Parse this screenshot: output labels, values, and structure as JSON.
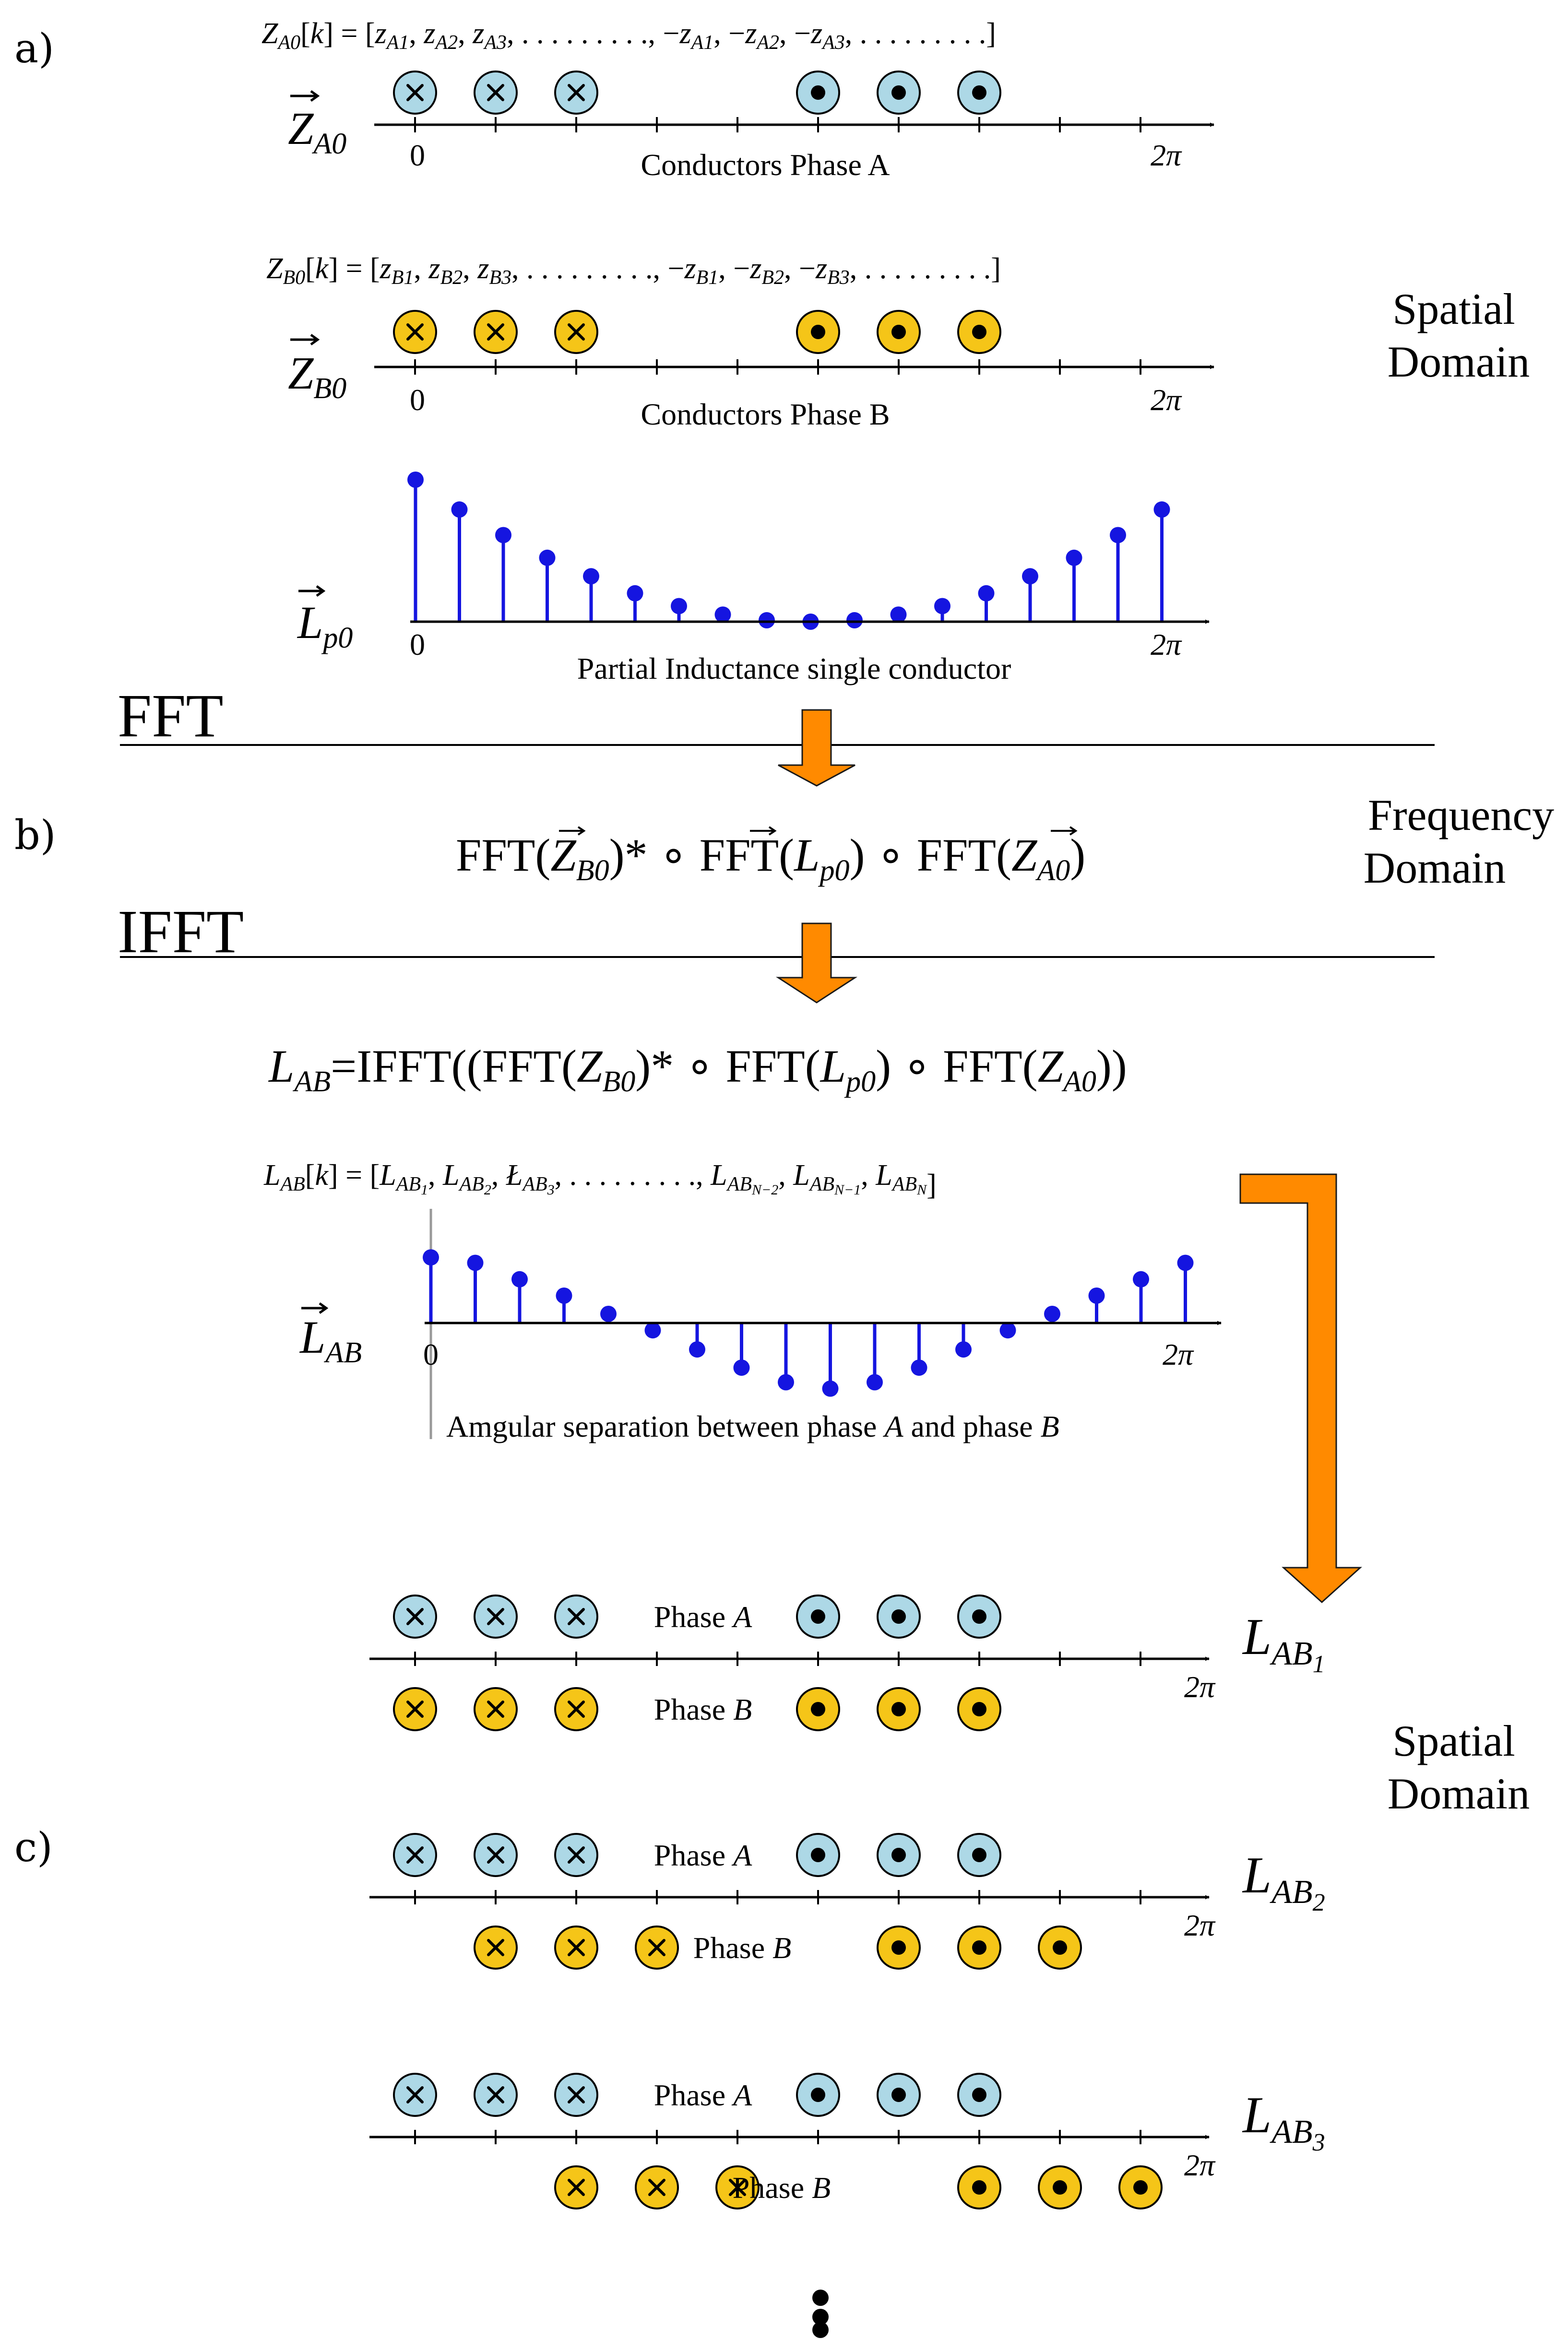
{
  "sections": {
    "a": "a)",
    "b": "b)",
    "c": "c)"
  },
  "labels": {
    "spatial_domain_top": [
      "Spatial",
      "Domain"
    ],
    "spatial_domain_bottom": [
      "Spatial",
      "Domain"
    ],
    "frequency_domain": [
      "Frequency",
      "Domain"
    ],
    "fft": "FFT",
    "ifft": "IFFT"
  },
  "row_a": {
    "vector_name": "Z",
    "vector_sub": "A0",
    "caption": "Conductors Phase A",
    "seq_name": "Z",
    "seq_sub": "A0",
    "seq_items": [
      {
        "sign": "",
        "base": "z",
        "sub": "A1"
      },
      {
        "sign": "",
        "base": "z",
        "sub": "A2"
      },
      {
        "sign": "",
        "base": "z",
        "sub": "A3"
      },
      {
        "sign": "",
        "base": ". . . . . . . . .",
        "sub": ""
      },
      {
        "sign": "−",
        "base": "z",
        "sub": "A1"
      },
      {
        "sign": "−",
        "base": "z",
        "sub": "A2"
      },
      {
        "sign": "−",
        "base": "z",
        "sub": "A3"
      },
      {
        "sign": "",
        "base": ". . . . . . . . .",
        "sub": ""
      }
    ],
    "conductors": [
      "x",
      "x",
      "x",
      "",
      "",
      "dot",
      "dot",
      "dot"
    ]
  },
  "row_b": {
    "vector_name": "Z",
    "vector_sub": "B0",
    "caption": "Conductors Phase B",
    "seq_name": "Z",
    "seq_sub": "B0",
    "seq_items": [
      {
        "sign": "",
        "base": "z",
        "sub": "B1"
      },
      {
        "sign": "",
        "base": "z",
        "sub": "B2"
      },
      {
        "sign": "",
        "base": "z",
        "sub": "B3"
      },
      {
        "sign": "",
        "base": ". . . . . . . . .",
        "sub": ""
      },
      {
        "sign": "−",
        "base": "z",
        "sub": "B1"
      },
      {
        "sign": "−",
        "base": "z",
        "sub": "B2"
      },
      {
        "sign": "−",
        "base": "z",
        "sub": "B3"
      },
      {
        "sign": "",
        "base": ". . . . . . . . .",
        "sub": ""
      }
    ],
    "conductors": [
      "x",
      "x",
      "x",
      "",
      "",
      "dot",
      "dot",
      "dot"
    ]
  },
  "axis_ticks": {
    "zero": "0",
    "two_pi": "2π"
  },
  "stem_lp0": {
    "vector_name": "L",
    "vector_sub": "p0",
    "caption": "Partial Inductance single conductor"
  },
  "stem_lab": {
    "vector_name": "L",
    "vector_sub": "AB",
    "caption_parts": [
      "Amgular separation between phase ",
      "A",
      " and phase ",
      "B"
    ],
    "seq_name": "L",
    "seq_sub": "AB",
    "seq_items": [
      {
        "base": "L",
        "sub": "AB",
        "subsub": "1"
      },
      {
        "base": "L",
        "sub": "AB",
        "subsub": "2"
      },
      {
        "base": "Ł",
        "sub": "AB",
        "subsub": "3"
      },
      {
        "base": ". . . . . . . . .",
        "sub": "",
        "subsub": ""
      },
      {
        "base": "L",
        "sub": "AB",
        "subsub": "N−2"
      },
      {
        "base": "L",
        "sub": "AB",
        "subsub": "N−1"
      },
      {
        "base": "L",
        "sub": "AB",
        "subsub": "N"
      }
    ]
  },
  "formulas": {
    "fft_product": [
      "FFT(",
      "Z",
      "B0",
      ")* ∘ FFT(",
      "L",
      "p0",
      ") ∘ FFT(",
      "Z",
      "A0",
      ")"
    ],
    "lab_lhs": {
      "name": "L",
      "sub": "AB"
    },
    "lab_rhs": [
      "=IFFT((FFT(",
      "Z",
      "B0",
      ")* ∘ FFT(",
      "L",
      "p0",
      ") ∘ FFT(",
      "Z",
      "A0",
      "))"
    ]
  },
  "pairs": [
    {
      "phase_a_label": [
        "Phase ",
        "A"
      ],
      "phase_b_label": [
        "Phase ",
        "B"
      ],
      "result_name": "L",
      "result_sub": "AB",
      "result_subsub": "1",
      "b_shift_steps": 0
    },
    {
      "phase_a_label": [
        "Phase ",
        "A"
      ],
      "phase_b_label": [
        "Phase ",
        "B"
      ],
      "result_name": "L",
      "result_sub": "AB",
      "result_subsub": "2",
      "b_shift_steps": 1
    },
    {
      "phase_a_label": [
        "Phase ",
        "A"
      ],
      "phase_b_label": [
        "Phase ",
        "B"
      ],
      "result_name": "L",
      "result_sub": "AB",
      "result_subsub": "3",
      "b_shift_steps": 2
    }
  ],
  "colors": {
    "phase_a_fill": "#add8e6",
    "phase_b_fill": "#f5c518",
    "stem": "#1515e0",
    "arrow": "#ff8a00",
    "arrow_stroke": "#1a1a1a",
    "line": "#000000",
    "guide": "#999999"
  },
  "chart_data": [
    {
      "type": "stem",
      "x": [
        0,
        1,
        2,
        3,
        4,
        5,
        6,
        7,
        8,
        9,
        10,
        11,
        12,
        13,
        14,
        15,
        16,
        17
      ],
      "values": [
        1.0,
        0.79,
        0.61,
        0.45,
        0.32,
        0.2,
        0.11,
        0.05,
        0.01,
        0.0,
        0.01,
        0.05,
        0.11,
        0.2,
        0.32,
        0.45,
        0.61,
        0.79
      ],
      "title": "Partial Inductance single conductor",
      "xtick_labels": [
        "0",
        "2π"
      ],
      "ylabel": "L_p0",
      "grid": false
    },
    {
      "type": "stem",
      "x": [
        0,
        1,
        2,
        3,
        4,
        5,
        6,
        7,
        8,
        9,
        10,
        11,
        12,
        13,
        14,
        15,
        16,
        17
      ],
      "values": [
        0.72,
        0.66,
        0.48,
        0.3,
        0.1,
        -0.08,
        -0.29,
        -0.49,
        -0.65,
        -0.72,
        -0.65,
        -0.49,
        -0.29,
        -0.08,
        0.1,
        0.3,
        0.48,
        0.66
      ],
      "title": "Amgular separation between phase A and phase B",
      "xtick_labels": [
        "0",
        "2π"
      ],
      "ylabel": "L_AB",
      "grid": false
    }
  ]
}
